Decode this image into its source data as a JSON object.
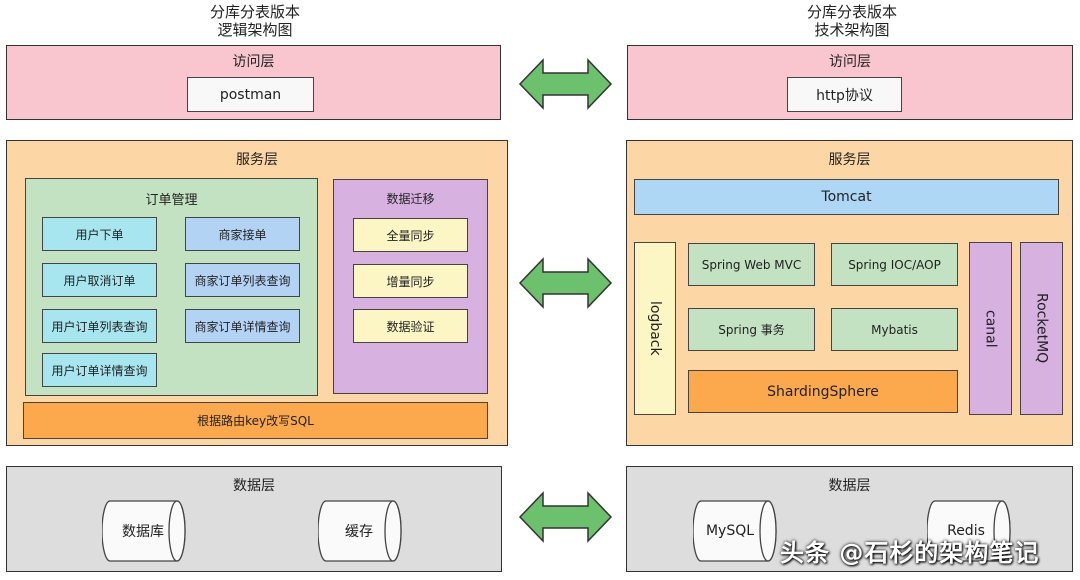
{
  "left": {
    "title_line1": "分库分表版本",
    "title_line2": "逻辑架构图",
    "access": {
      "label": "访问层",
      "item": "postman"
    },
    "service": {
      "label": "服务层",
      "order": {
        "label": "订单管理",
        "items": [
          "用户下单",
          "商家接单",
          "用户取消订单",
          "商家订单列表查询",
          "用户订单列表查询",
          "商家订单详情查询",
          "用户订单详情查询"
        ]
      },
      "migration": {
        "label": "数据迁移",
        "items": [
          "全量同步",
          "增量同步",
          "数据验证"
        ]
      },
      "routing": "根据路由key改写SQL"
    },
    "data": {
      "label": "数据层",
      "items": [
        "数据库",
        "缓存"
      ]
    }
  },
  "right": {
    "title_line1": "分库分表版本",
    "title_line2": "技术架构图",
    "access": {
      "label": "访问层",
      "item": "http协议"
    },
    "service": {
      "label": "服务层",
      "tomcat": "Tomcat",
      "logback": "logback",
      "spring_items": [
        "Spring Web MVC",
        "Spring IOC/AOP",
        "Spring 事务",
        "Mybatis"
      ],
      "sharding": "ShardingSphere",
      "canal": "canal",
      "rocketmq": "RocketMQ"
    },
    "data": {
      "label": "数据层",
      "items": [
        "MySQL",
        "Redis"
      ]
    }
  },
  "watermark": "头条 @石杉的架构笔记",
  "colors": {
    "access": "#f9c6cf",
    "service": "#fcd7a5",
    "data": "#dddddd",
    "arrow": "#6cc16c",
    "green_box": "#c2e2c2",
    "purple_box": "#d7b2e0",
    "cyan_box": "#a8e6ef",
    "blue_box": "#b3d3f5",
    "yellow_box": "#fcf6c4",
    "orange_box": "#fba94c"
  }
}
